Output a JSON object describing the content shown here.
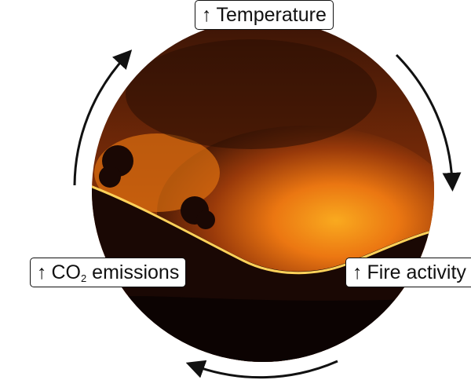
{
  "labels": {
    "temperature": {
      "arrow": "↑",
      "text": "Temperature"
    },
    "co2": {
      "arrow": "↑",
      "text_main": "CO",
      "subscript": "2",
      "text_rest": " emissions"
    },
    "fire": {
      "arrow": "↑",
      "text": "Fire activity"
    }
  },
  "colors": {
    "arrow": "#111111",
    "fire_bright": "#ffb020",
    "fire_mid": "#e0600a",
    "smoke": "#5a2308",
    "ground": "#140604"
  }
}
